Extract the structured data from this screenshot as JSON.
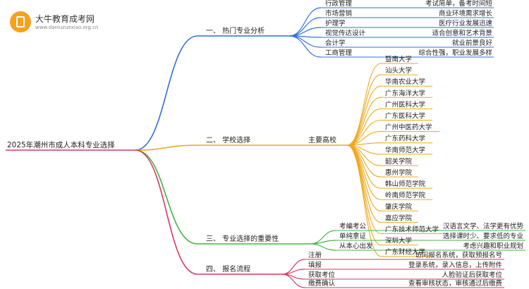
{
  "logo": {
    "title": "大牛教育成考网",
    "url": "www.daniuzuexiao.org.cn"
  },
  "root": "2025年潮州市成人本科专业选择",
  "colors": {
    "section1": "#2f6fd8",
    "section2": "#f0a81c",
    "section3": "#43b544",
    "section4": "#d63a5e",
    "root_line": "#d63a5e"
  },
  "sections": [
    {
      "label": "一、 热门专业分析",
      "items": [
        {
          "label": "行政管理",
          "desc": "考试简单，备考时间短"
        },
        {
          "label": "市场营销",
          "desc": "商业环境需求增长"
        },
        {
          "label": "护理学",
          "desc": "医疗行业发展迅速"
        },
        {
          "label": "视觉传达设计",
          "desc": "适合创意和艺术背景"
        },
        {
          "label": "会计学",
          "desc": "就业前景良好"
        },
        {
          "label": "工商管理",
          "desc": "综合性强，职业发展多样"
        }
      ]
    },
    {
      "label": "二、 学校选择",
      "sub": "主要高校",
      "schools": [
        "暨南大学",
        "汕头大学",
        "华南农业大学",
        "广东海洋大学",
        "广州医科大学",
        "广东医科大学",
        "广州中医药大学",
        "广东药科大学",
        "华南师范大学",
        "韶关学院",
        "惠州学院",
        "韩山师范学院",
        "岭南师范学院",
        "肇庆学院",
        "嘉应学院",
        "广东技术师范大学",
        "深圳大学",
        "广东财经大学"
      ]
    },
    {
      "label": "三、 专业选择的重要性",
      "items": [
        {
          "label": "考编考公",
          "desc": "汉语言文学、法学更有优势"
        },
        {
          "label": "单纯拿证",
          "desc": "选择课时少、要求低的专业"
        },
        {
          "label": "从本心出发",
          "desc": "考虑兴趣和职业规划"
        }
      ]
    },
    {
      "label": "四、 报名流程",
      "items": [
        {
          "label": "注册",
          "desc": "访问报名系统，获取预报名号"
        },
        {
          "label": "填报",
          "desc": "登录系统，录入信息，上传附件"
        },
        {
          "label": "获取考位",
          "desc": "人脸验证后获取考位"
        },
        {
          "label": "缴费确认",
          "desc": "查看审核状态，审核通过后缴费"
        }
      ]
    }
  ]
}
